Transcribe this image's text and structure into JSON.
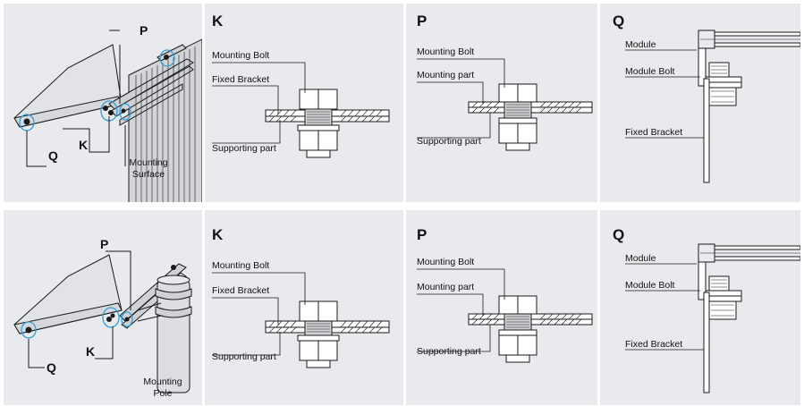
{
  "rows": [
    {
      "overview": {
        "callout_p": "P",
        "callout_k": "K",
        "callout_q": "Q",
        "caption_line1": "Mounting",
        "caption_line2": "Surface"
      },
      "detail_k": {
        "letter": "K",
        "label_bolt": "Mounting Bolt",
        "label_bracket": "Fixed Bracket",
        "label_support": "Supporting part"
      },
      "detail_p": {
        "letter": "P",
        "label_bolt": "Mounting Bolt",
        "label_part": "Mounting part",
        "label_support": "Supporting part"
      },
      "detail_q": {
        "letter": "Q",
        "label_module": "Module",
        "label_bolt": "Module Bolt",
        "label_bracket": "Fixed Bracket"
      }
    },
    {
      "overview": {
        "callout_p": "P",
        "callout_k": "K",
        "callout_q": "Q",
        "caption_line1": "Mounting",
        "caption_line2": "Pole"
      },
      "detail_k": {
        "letter": "K",
        "label_bolt": "Mounting Bolt",
        "label_bracket": "Fixed Bracket",
        "label_support": "Supporting part"
      },
      "detail_p": {
        "letter": "P",
        "label_bolt": "Mounting Bolt",
        "label_part": "Mounting part",
        "label_support": "Supporting part"
      },
      "detail_q": {
        "letter": "Q",
        "label_module": "Module",
        "label_bolt": "Module Bolt",
        "label_bracket": "Fixed Bracket"
      }
    }
  ],
  "colors": {
    "panel_bg": "#e8eaed",
    "line": "#1a1a1a",
    "highlight": "#2f9fd8"
  }
}
